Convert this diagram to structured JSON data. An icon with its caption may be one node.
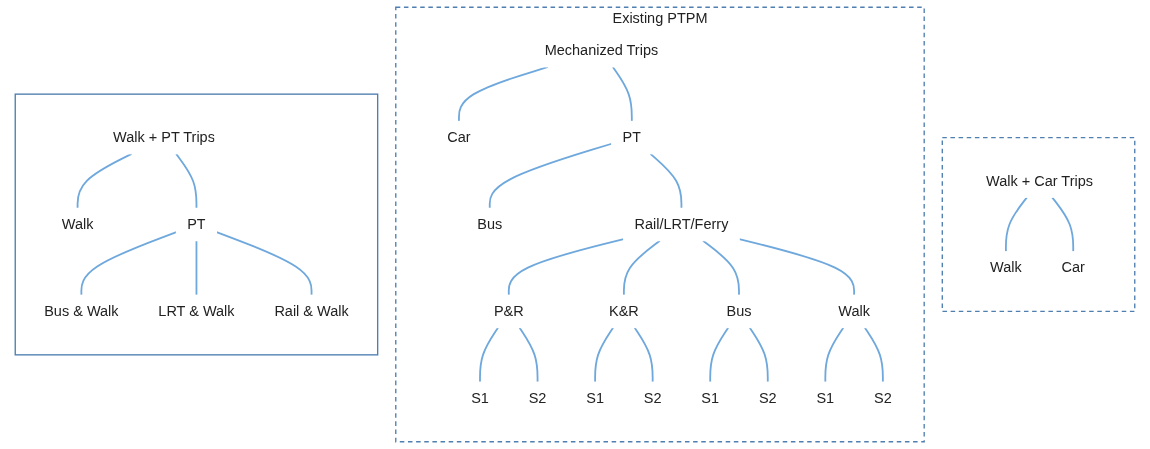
{
  "diagram": {
    "nodes": [
      {
        "text": [],
        "shape": "box"
      },
      {
        "text": [
          "Walk + PT Trips"
        ],
        "in": 0
      },
      {
        "text": [
          "Walk"
        ],
        "in": 0
      },
      {
        "text": [
          "PT"
        ],
        "in": 0
      },
      {
        "text": [
          "Bus & Walk"
        ],
        "in": 0
      },
      {
        "text": [
          "LRT & Walk"
        ],
        "in": 0
      },
      {
        "text": [
          "Rail & Walk"
        ],
        "in": 0
      },
      {
        "text": [
          "Existing PTPM"
        ]
      },
      {
        "text": [
          "Mechanized Trips"
        ],
        "in": 7
      },
      {
        "text": [
          "Car"
        ],
        "in": 7
      },
      {
        "text": [
          "PT"
        ],
        "in": 7
      },
      {
        "text": [
          "Bus"
        ],
        "in": 7
      },
      {
        "text": [
          "Rail/LRT/Ferry"
        ],
        "in": 7
      },
      {
        "text": [
          "P&R"
        ],
        "in": 7
      },
      {
        "text": [
          "K&R"
        ],
        "in": 7
      },
      {
        "text": [
          "Bus"
        ],
        "in": 7
      },
      {
        "text": [
          "Walk"
        ],
        "in": 7
      },
      {
        "text": [
          "S1"
        ],
        "in": 7
      },
      {
        "text": [
          "S2"
        ],
        "in": 7
      },
      {
        "text": [
          "S1"
        ],
        "in": 7
      },
      {
        "text": [
          "S2"
        ],
        "in": 7
      },
      {
        "text": [
          "S1"
        ],
        "in": 7
      },
      {
        "text": [
          "S2"
        ],
        "in": 7
      },
      {
        "text": [
          "S1"
        ],
        "in": 7
      },
      {
        "text": [
          "S2"
        ],
        "in": 7
      },
      {
        "text": [],
        "shape": "box"
      },
      {
        "text": [
          "Walk + Car Trips"
        ],
        "in": 25
      },
      {
        "text": [
          "Walk"
        ],
        "in": 25
      },
      {
        "text": [
          "Car"
        ],
        "in": 25
      }
    ],
    "edges": [
      {
        "from": 1,
        "to": 2,
        "arrow": "none"
      },
      {
        "from": 1,
        "to": 3,
        "arrow": "none"
      },
      {
        "from": 3,
        "to": 4,
        "arrow": "none"
      },
      {
        "from": 3,
        "to": 5,
        "arrow": "none"
      },
      {
        "from": 3,
        "to": 6,
        "arrow": "none"
      },
      {
        "from": 8,
        "to": 9,
        "arrow": "none"
      },
      {
        "from": 8,
        "to": 10,
        "arrow": "none"
      },
      {
        "from": 10,
        "to": 11,
        "arrow": "none"
      },
      {
        "from": 10,
        "to": 12,
        "arrow": "none"
      },
      {
        "from": 12,
        "to": 13,
        "arrow": "none"
      },
      {
        "from": 12,
        "to": 14,
        "arrow": "none"
      },
      {
        "from": 12,
        "to": 15,
        "arrow": "none"
      },
      {
        "from": 12,
        "to": 16,
        "arrow": "none"
      },
      {
        "from": 13,
        "to": 17,
        "arrow": "none"
      },
      {
        "from": 13,
        "to": 18,
        "arrow": "none"
      },
      {
        "from": 14,
        "to": 19,
        "arrow": "none"
      },
      {
        "from": 14,
        "to": 20,
        "arrow": "none"
      },
      {
        "from": 15,
        "to": 21,
        "arrow": "none"
      },
      {
        "from": 15,
        "to": 22,
        "arrow": "none"
      },
      {
        "from": 16,
        "to": 23,
        "arrow": "none"
      },
      {
        "from": 16,
        "to": 24,
        "arrow": "none"
      },
      {
        "from": 26,
        "to": 27,
        "arrow": "none"
      },
      {
        "from": 26,
        "to": 28,
        "arrow": "none"
      }
    ]
  }
}
